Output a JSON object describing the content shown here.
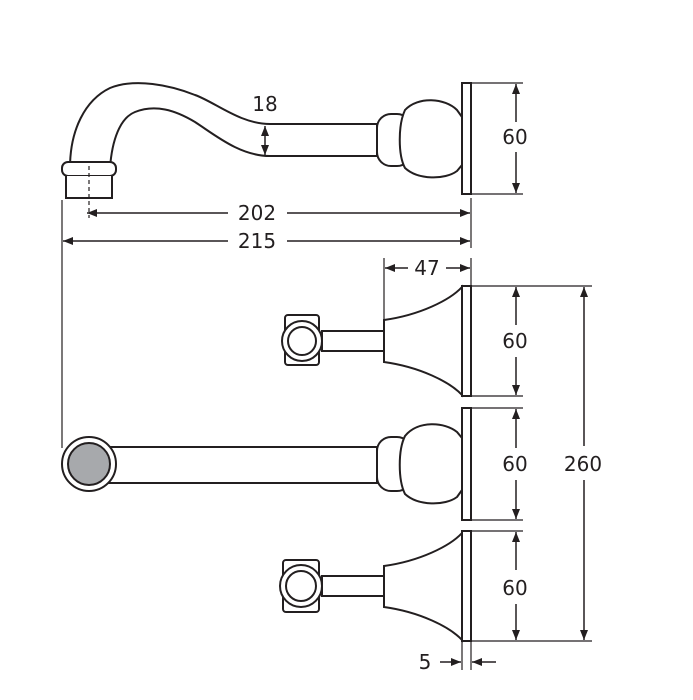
{
  "colors": {
    "line": "#231f20",
    "background": "#ffffff",
    "spout_end_fill": "#a7a9ac"
  },
  "dimensions": {
    "spout_height": "18",
    "spout_flange_height": "60",
    "spout_reach_inner": "202",
    "spout_reach_overall": "215",
    "handle_projection": "47",
    "handle_flange_height_top": "60",
    "spout_plan_flange_height": "60",
    "overall_height": "260",
    "handle_flange_height_bottom": "60",
    "flange_thickness": "5"
  }
}
